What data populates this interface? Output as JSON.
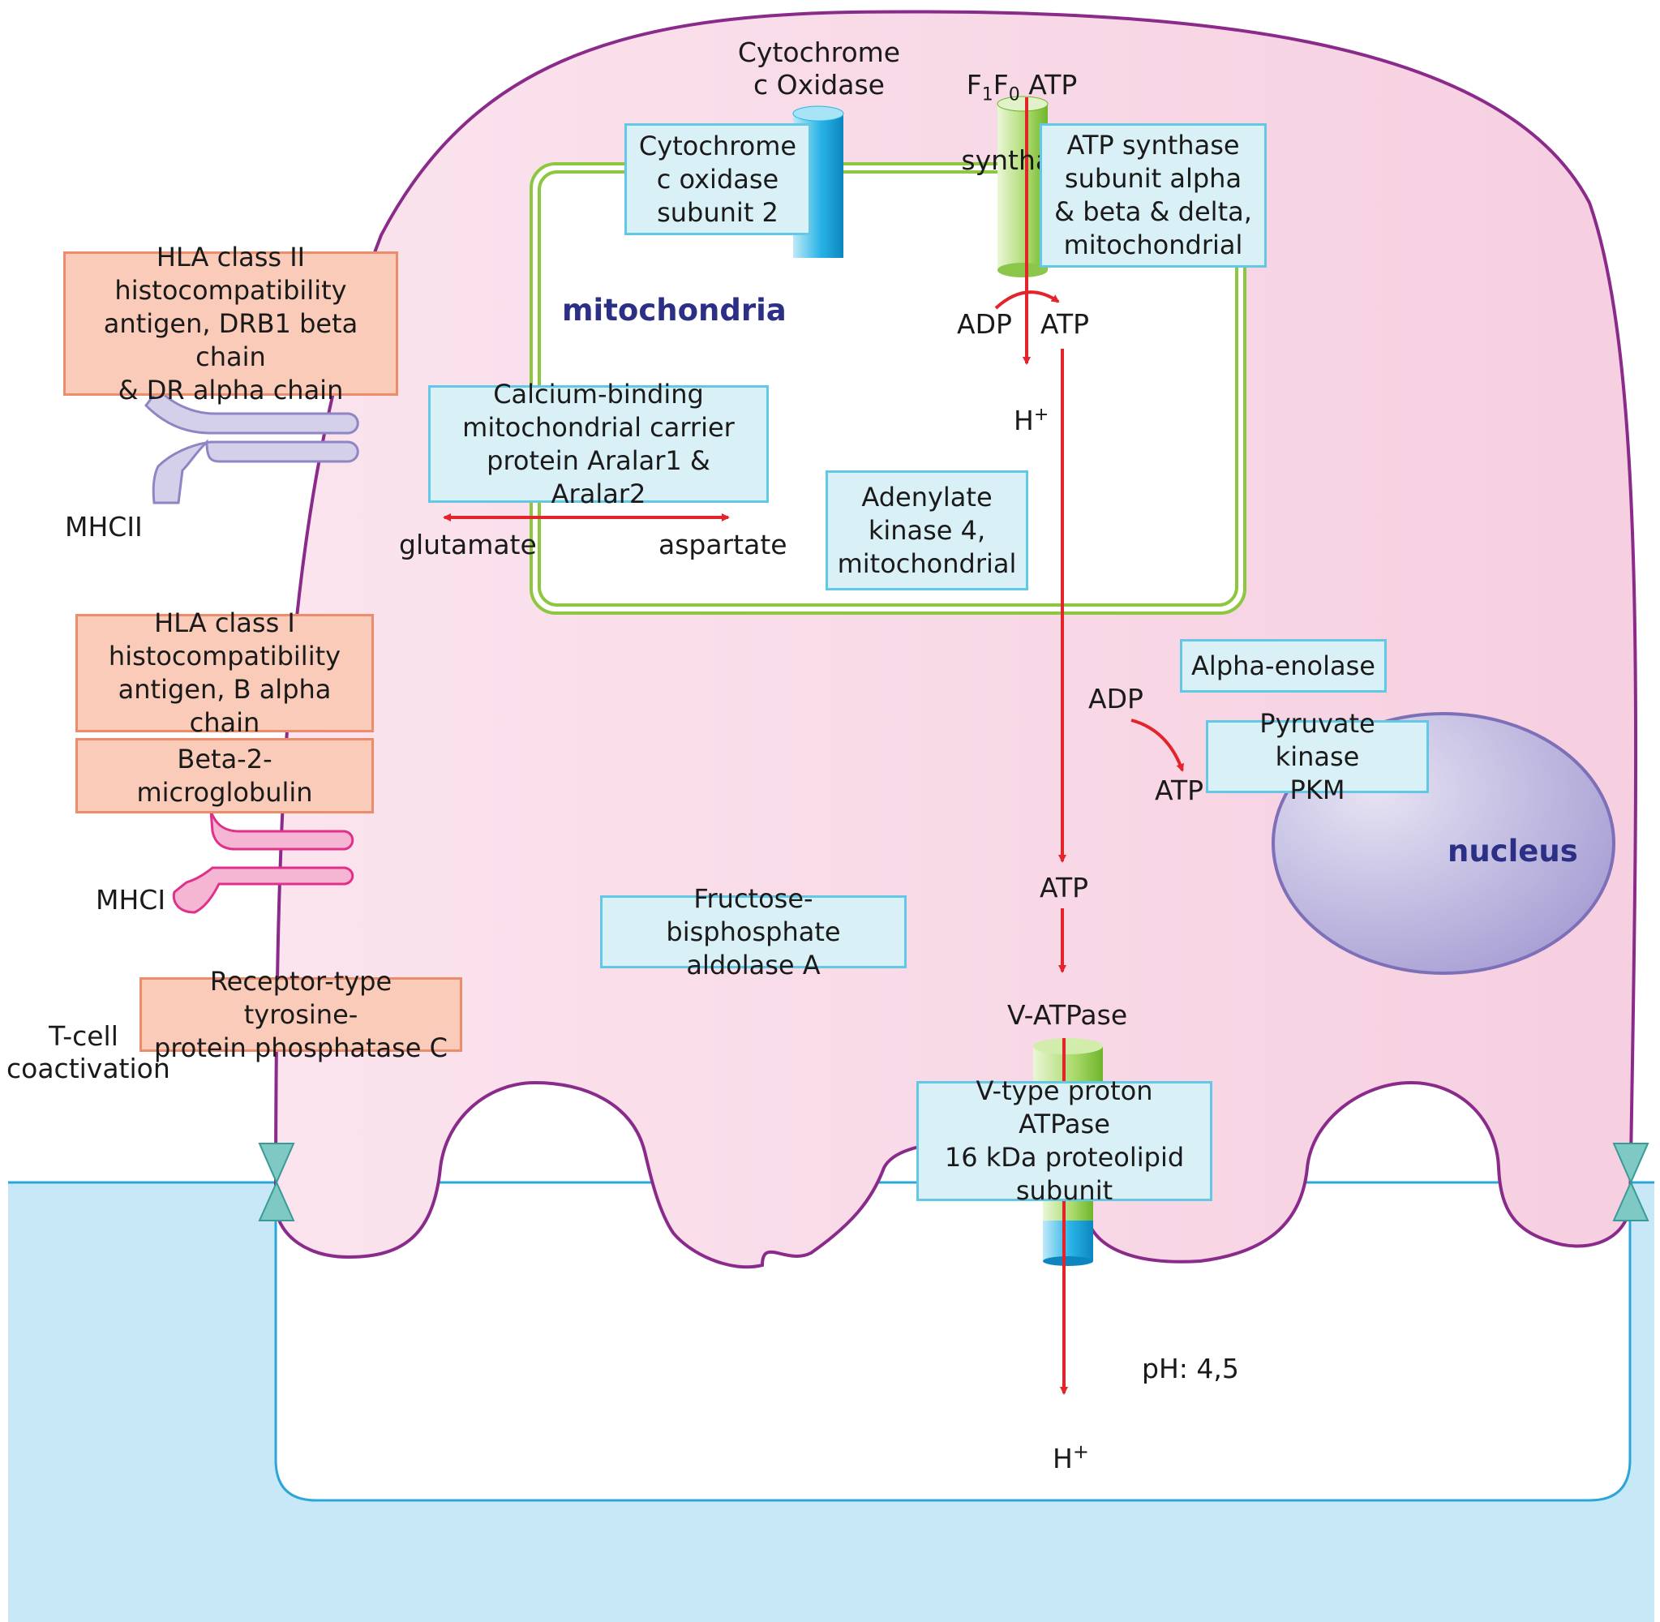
{
  "labels": {
    "cox_header": "Cytochrome\nc Oxidase",
    "atpsynth_header_a": "F",
    "atpsynth_header_sub1": "1",
    "atpsynth_header_b": "F",
    "atpsynth_header_sub2": "0",
    "atpsynth_header_c": " ATP",
    "atpsynth_header_d": "synthase",
    "mitochondria": "mitochondria",
    "nucleus": "nucleus",
    "adp_1": "ADP",
    "atp_1": "ATP",
    "h_plus_1": "H",
    "h_plus_1_sup": "+",
    "glutamate": "glutamate",
    "aspartate": "aspartate",
    "adp_2": "ADP",
    "atp_2": "ATP",
    "atp_3": "ATP",
    "vatpase": "V-ATPase",
    "ph": "pH: 4,5",
    "h_plus_2": "H",
    "h_plus_2_sup": "+",
    "mhcii": "MHCII",
    "mhci": "MHCI",
    "tcell": "T-cell\ncoactivation"
  },
  "boxes": {
    "cox2": "Cytochrome\nc oxidase\nsubunit 2",
    "atp_synthase": "ATP synthase\nsubunit alpha\n& beta & delta,\nmitochondrial",
    "aralar": "Calcium-binding\nmitochondrial carrier\nprotein Aralar1 & Aralar2",
    "adenylate": "Adenylate\nkinase 4,\nmitochondrial",
    "enolase": "Alpha-enolase",
    "pkm": "Pyruvate kinase\nPKM",
    "aldolase": "Fructose-bisphosphate\naldolase A",
    "vtype": "V-type proton ATPase\n16 kDa proteolipid\nsubunit",
    "hla2": "HLA class II\nhistocompatibility\nantigen, DRB1 beta chain\n& DR alpha chain",
    "hla1": "HLA class I\nhistocompatibility\nantigen, B alpha chain",
    "b2m": "Beta-2-\nmicroglobulin",
    "ptprc": "Receptor-type tyrosine-\nprotein phosphatase C"
  },
  "colors": {
    "cell_fill": "#f8d6e6",
    "cell_stroke": "#8a2a8a",
    "mito_stroke": "#8dc63f",
    "arrow": "#e3242b",
    "extracellular": "#c9e8f7",
    "lacuna_stroke": "#2aa7d6",
    "nucleus_fill": "#b3aedb",
    "mhcii": "#d5d0ea",
    "mhci": "#f5b6d3"
  }
}
